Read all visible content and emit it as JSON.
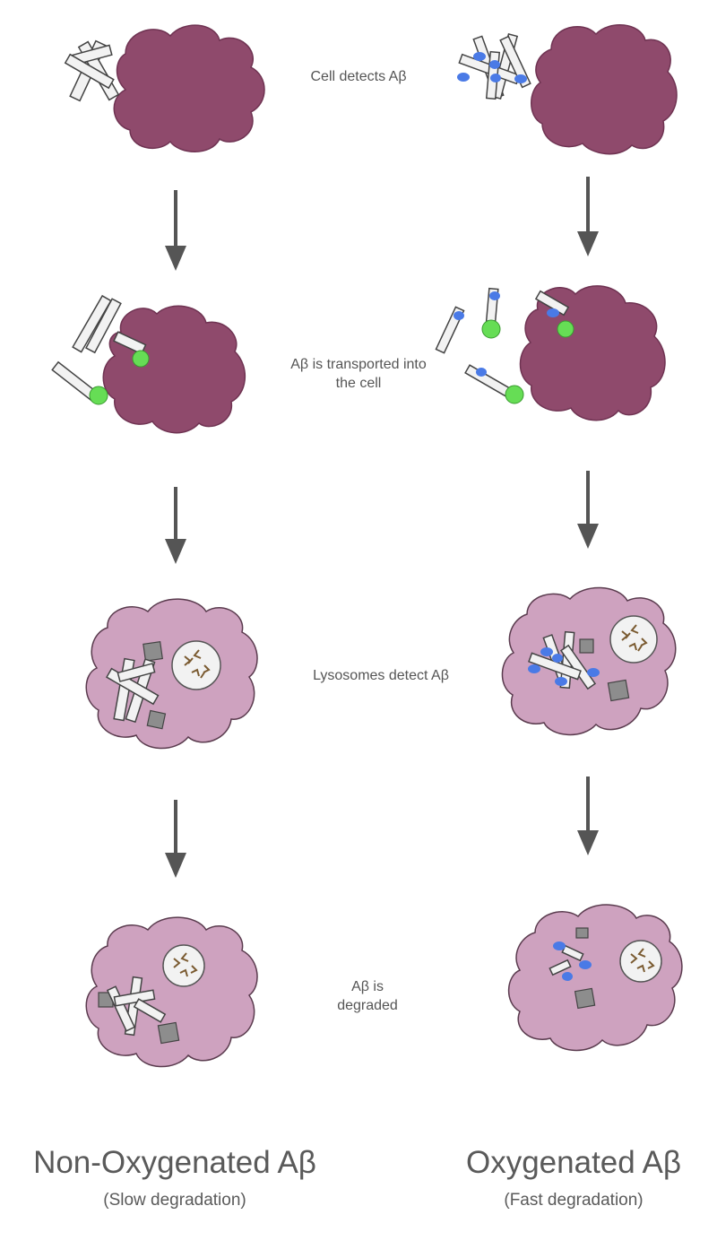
{
  "steps": [
    "Cell detects Aβ",
    "Aβ is transported into the cell",
    "Lysosomes detect Aβ",
    "Aβ is degraded"
  ],
  "columns": {
    "left": {
      "title": "Non-Oxygenated Aβ",
      "subtitle": "(Slow degradation)"
    },
    "right": {
      "title": "Oxygenated Aβ",
      "subtitle": "(Fast degradation)"
    }
  },
  "colors": {
    "cell_dark": "#8f4a6c",
    "cell_light": "#cea2bf",
    "rod": "#f2f2f2",
    "oxygen_dot": "#4a7ae6",
    "receptor": "#66dd55",
    "enzyme_box": "#8d8d8d",
    "lysosome": "#f2f2f2",
    "arrow": "#555555"
  },
  "icons": [
    "cell-icon",
    "amyloid-fibril-icon",
    "oxygen-dot-icon",
    "receptor-icon",
    "lysosome-icon",
    "enzyme-icon",
    "down-arrow-icon"
  ]
}
